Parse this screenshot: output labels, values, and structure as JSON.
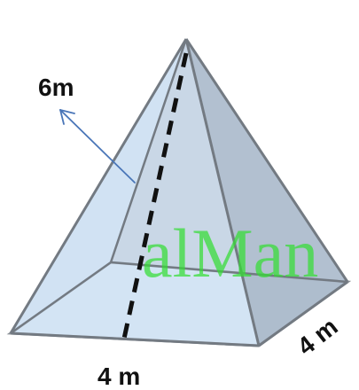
{
  "labels": {
    "slant_height": "6m",
    "base_front": "4 m",
    "base_side": "4 m"
  },
  "watermark": "alMan",
  "colors": {
    "face_light": "#d6e8f7",
    "face_dark": "#a9b8c9",
    "edge": "#737a82",
    "arrow": "#4a76b8",
    "watermark": "#33dd33"
  }
}
